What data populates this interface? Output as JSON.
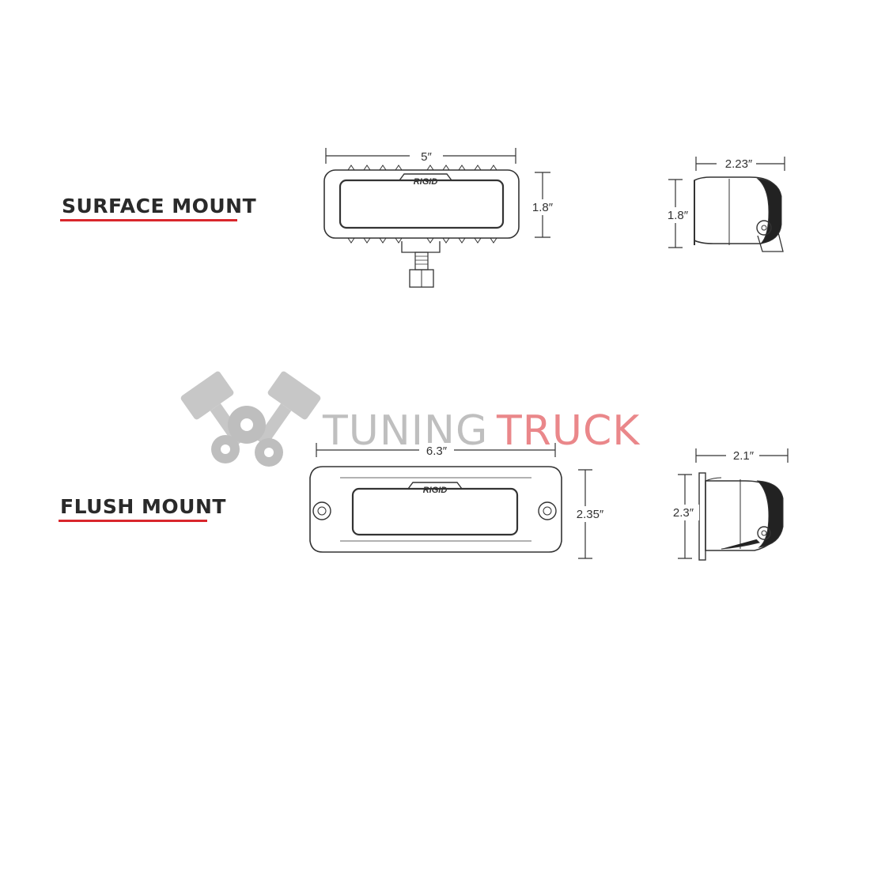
{
  "sections": {
    "surface": {
      "label": "SURFACE MOUNT",
      "front": {
        "width": "5″",
        "height": "1.8″",
        "logo": "RIGID"
      },
      "side": {
        "width": "2.23″",
        "height": "1.8″"
      }
    },
    "flush": {
      "label": "FLUSH MOUNT",
      "front": {
        "width": "6.3″",
        "height": "2.35″",
        "logo": "RIGID"
      },
      "side": {
        "width": "2.1″",
        "height": "2.3″"
      }
    }
  },
  "watermark": {
    "text_gray": "TUNING",
    "text_red": "TRUCK",
    "icon": "crossed-pistons-gears-icon",
    "colors": {
      "gray": "#8c8c8c",
      "red": "#d9262c"
    }
  },
  "colors": {
    "accent_underline": "#d9262c",
    "label_text": "#2a2a2a",
    "line": "#333333"
  }
}
